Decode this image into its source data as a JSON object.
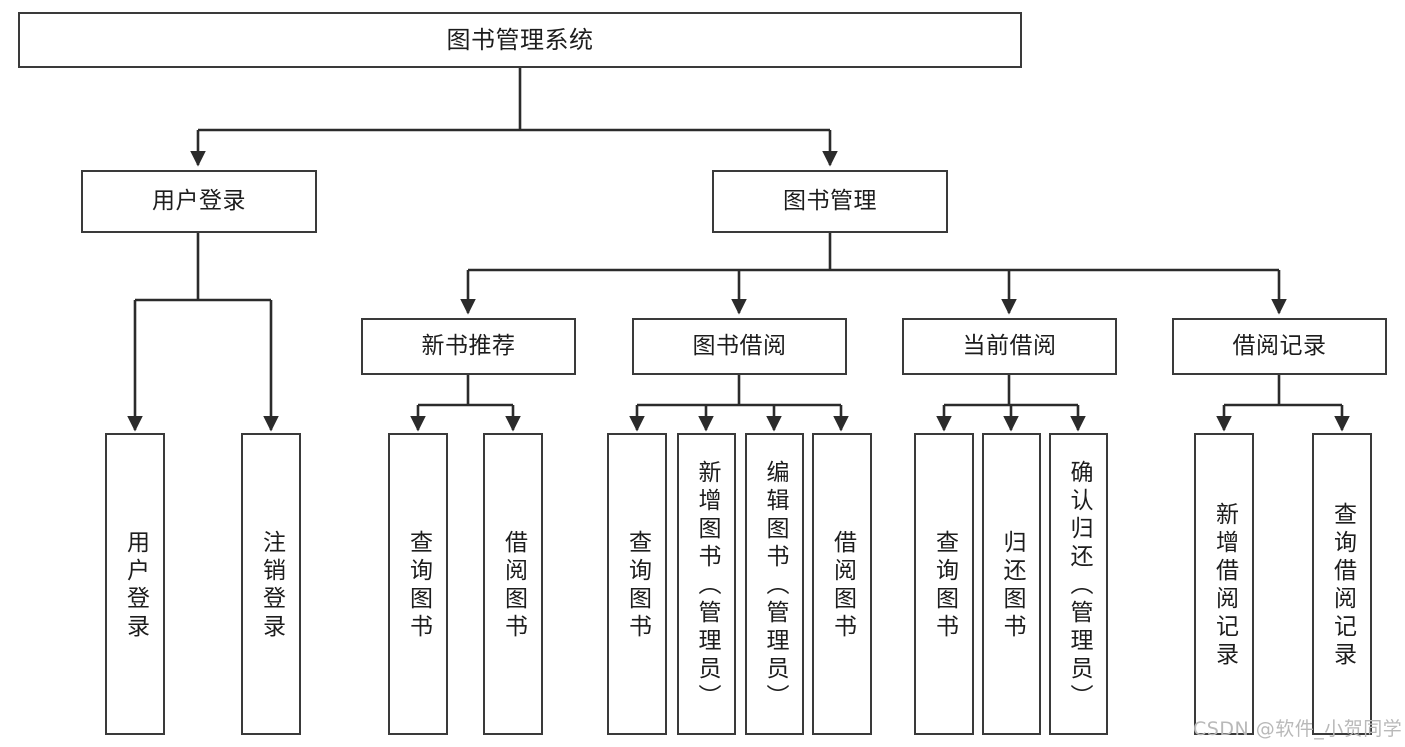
{
  "diagram": {
    "title": "图书管理系统",
    "type": "hierarchy-tree",
    "watermark": "CSDN @软件_小贺同学",
    "colors": {
      "box_border": "#3a3a3a",
      "box_fill": "#ffffff",
      "edge": "#2b2b2b",
      "text": "#1d1d1d",
      "watermark": "#b9b9b9"
    },
    "levels": {
      "level1": [
        {
          "id": "root",
          "label": "图书管理系统",
          "orientation": "horizontal"
        }
      ],
      "level2": [
        {
          "id": "user-login",
          "label": "用户登录",
          "orientation": "horizontal"
        },
        {
          "id": "book-manage",
          "label": "图书管理",
          "orientation": "horizontal"
        }
      ],
      "level3": [
        {
          "id": "new-book-rec",
          "label": "新书推荐",
          "orientation": "horizontal"
        },
        {
          "id": "book-borrow",
          "label": "图书借阅",
          "orientation": "horizontal"
        },
        {
          "id": "current-borrow",
          "label": "当前借阅",
          "orientation": "horizontal"
        },
        {
          "id": "borrow-record",
          "label": "借阅记录",
          "orientation": "horizontal"
        }
      ],
      "level4": [
        {
          "id": "leaf-user-login",
          "label": "用户登录",
          "parent": "user-login",
          "orientation": "vertical"
        },
        {
          "id": "leaf-logout-login",
          "label": "注销登录",
          "parent": "user-login",
          "orientation": "vertical"
        },
        {
          "id": "leaf-query-book-1",
          "label": "查询图书",
          "parent": "new-book-rec",
          "orientation": "vertical"
        },
        {
          "id": "leaf-borrow-book-1",
          "label": "借阅图书",
          "parent": "new-book-rec",
          "orientation": "vertical"
        },
        {
          "id": "leaf-query-book-2",
          "label": "查询图书",
          "parent": "book-borrow",
          "orientation": "vertical"
        },
        {
          "id": "leaf-add-book",
          "label": "新增图书（管理员）",
          "parent": "book-borrow",
          "orientation": "vertical"
        },
        {
          "id": "leaf-edit-book",
          "label": "编辑图书（管理员）",
          "parent": "book-borrow",
          "orientation": "vertical"
        },
        {
          "id": "leaf-borrow-book-2",
          "label": "借阅图书",
          "parent": "book-borrow",
          "orientation": "vertical"
        },
        {
          "id": "leaf-query-book-3",
          "label": "查询图书",
          "parent": "current-borrow",
          "orientation": "vertical"
        },
        {
          "id": "leaf-return-book",
          "label": "归还图书",
          "parent": "current-borrow",
          "orientation": "vertical"
        },
        {
          "id": "leaf-confirm-return",
          "label": "确认归还（管理员）",
          "parent": "current-borrow",
          "orientation": "vertical"
        },
        {
          "id": "leaf-add-record",
          "label": "新增借阅记录",
          "parent": "borrow-record",
          "orientation": "vertical"
        },
        {
          "id": "leaf-query-record",
          "label": "查询借阅记录",
          "parent": "borrow-record",
          "orientation": "vertical"
        }
      ]
    }
  }
}
